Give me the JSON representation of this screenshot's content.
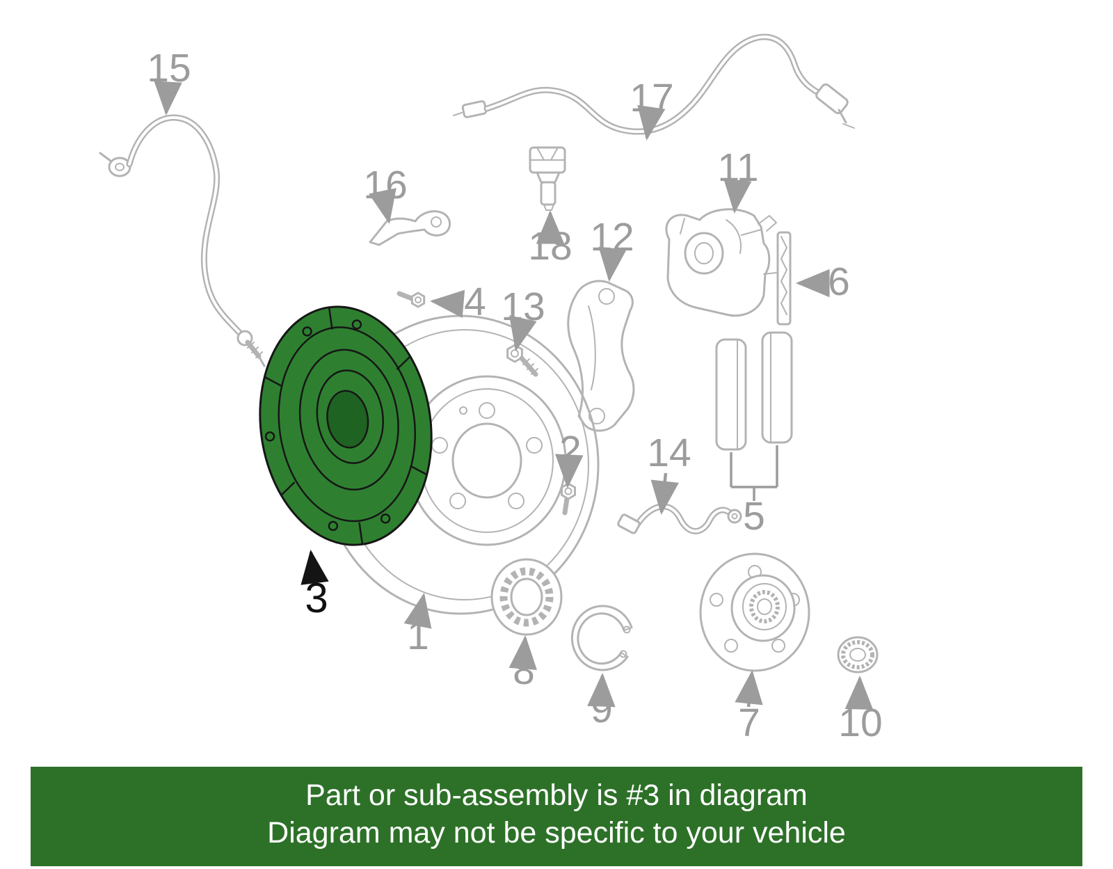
{
  "diagram": {
    "highlighted_part": "3",
    "callouts": [
      {
        "label": "1"
      },
      {
        "label": "2"
      },
      {
        "label": "3"
      },
      {
        "label": "4"
      },
      {
        "label": "5"
      },
      {
        "label": "6"
      },
      {
        "label": "7"
      },
      {
        "label": "8"
      },
      {
        "label": "9"
      },
      {
        "label": "10"
      },
      {
        "label": "11"
      },
      {
        "label": "12"
      },
      {
        "label": "13"
      },
      {
        "label": "14"
      },
      {
        "label": "15"
      },
      {
        "label": "16"
      },
      {
        "label": "17"
      },
      {
        "label": "18"
      }
    ]
  },
  "banner": {
    "line1": "Part or sub-assembly is #3 in diagram",
    "line2": "Diagram may not be specific to your vehicle"
  },
  "colors": {
    "highlight_green": "#2e8030",
    "banner_green": "#2d7128",
    "diagram_line_gray": "#b3b3b3",
    "callout_gray": "#9c9c9c"
  }
}
